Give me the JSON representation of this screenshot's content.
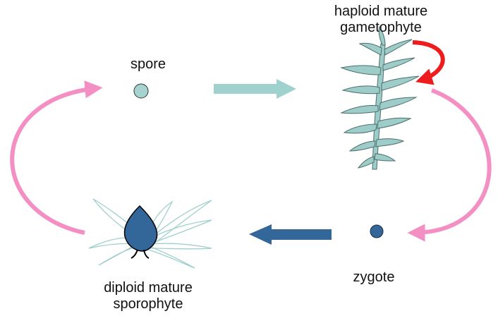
{
  "labels": {
    "spore": "spore",
    "gametophyte_line1": "haploid mature",
    "gametophyte_line2": "gametophyte",
    "zygote": "zygote",
    "sporophyte_line1": "diploid mature",
    "sporophyte_line2": "sporophyte"
  },
  "colors": {
    "cycle_arrow": "#f48fc4",
    "fertilization_arrow": "#ee1c1c",
    "growth_arrow_haploid": "#9fd2cf",
    "growth_arrow_diploid": "#336699",
    "spore_fill": "#a6d3cf",
    "gametophyte_fill": "#9ecdc9",
    "zygote_fill": "#336699",
    "capsule_fill": "#336699",
    "sporophyte_leaf_stroke": "#9fcfcc"
  }
}
